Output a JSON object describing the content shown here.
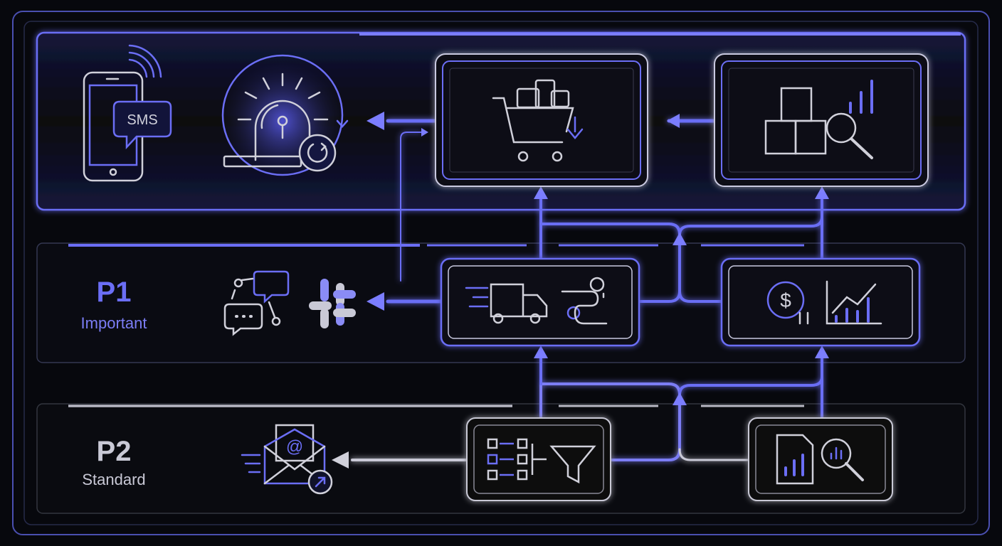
{
  "colors": {
    "background": "#07080d",
    "accent": "#6b6ef5",
    "accent_light": "#9a9cff",
    "neutral": "#c9c9d6",
    "frame": "#4a4fb0"
  },
  "tiers": {
    "p0": {
      "channel_icons": [
        "sms-phone-icon",
        "siren-escalation-icon"
      ],
      "sms_label": "SMS"
    },
    "p1": {
      "title": "P1",
      "subtitle": "Important",
      "channel_icons": [
        "chat-network-icon",
        "slack-icon"
      ]
    },
    "p2": {
      "title": "P2",
      "subtitle": "Standard",
      "channel_icons": [
        "email-forward-icon"
      ]
    }
  },
  "nodes": [
    "cart-download-icon",
    "inventory-search-icon",
    "delivery-route-icon",
    "finance-trend-icon",
    "workflow-filter-icon",
    "report-search-icon"
  ]
}
